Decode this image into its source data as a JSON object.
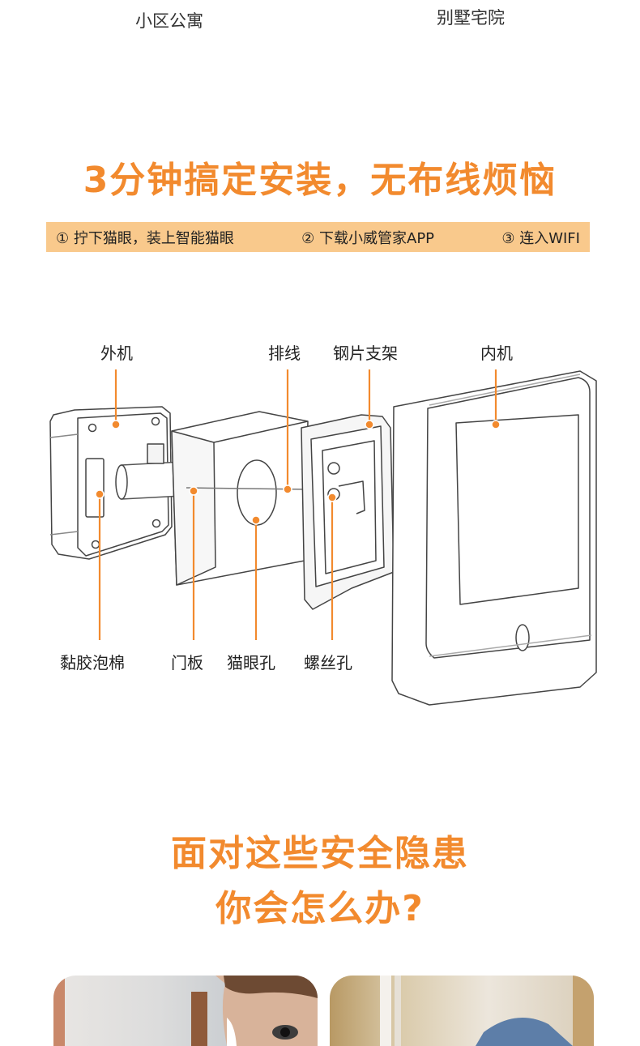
{
  "categories": {
    "left": "小区公寓",
    "right": "别墅宅院"
  },
  "headline1": "3分钟搞定安装，无布线烦恼",
  "steps": [
    "① 拧下猫眼，装上智能猫眼",
    "② 下载小威管家APP",
    "③ 连入WIFI"
  ],
  "diagram": {
    "top_labels": {
      "outer_unit": "外机",
      "cable": "排线",
      "steel_bracket": "钢片支架",
      "inner_unit": "内机"
    },
    "bottom_labels": {
      "adhesive_foam": "黏胶泡棉",
      "door_panel": "门板",
      "peephole": "猫眼孔",
      "screw_hole": "螺丝孔"
    }
  },
  "headline2": {
    "line1": "面对这些安全隐患",
    "line2": "你会怎么办?"
  },
  "colors": {
    "accent": "#f28a2e",
    "steps_bar": "#f9c98c",
    "pointer": "#f28a2e"
  }
}
